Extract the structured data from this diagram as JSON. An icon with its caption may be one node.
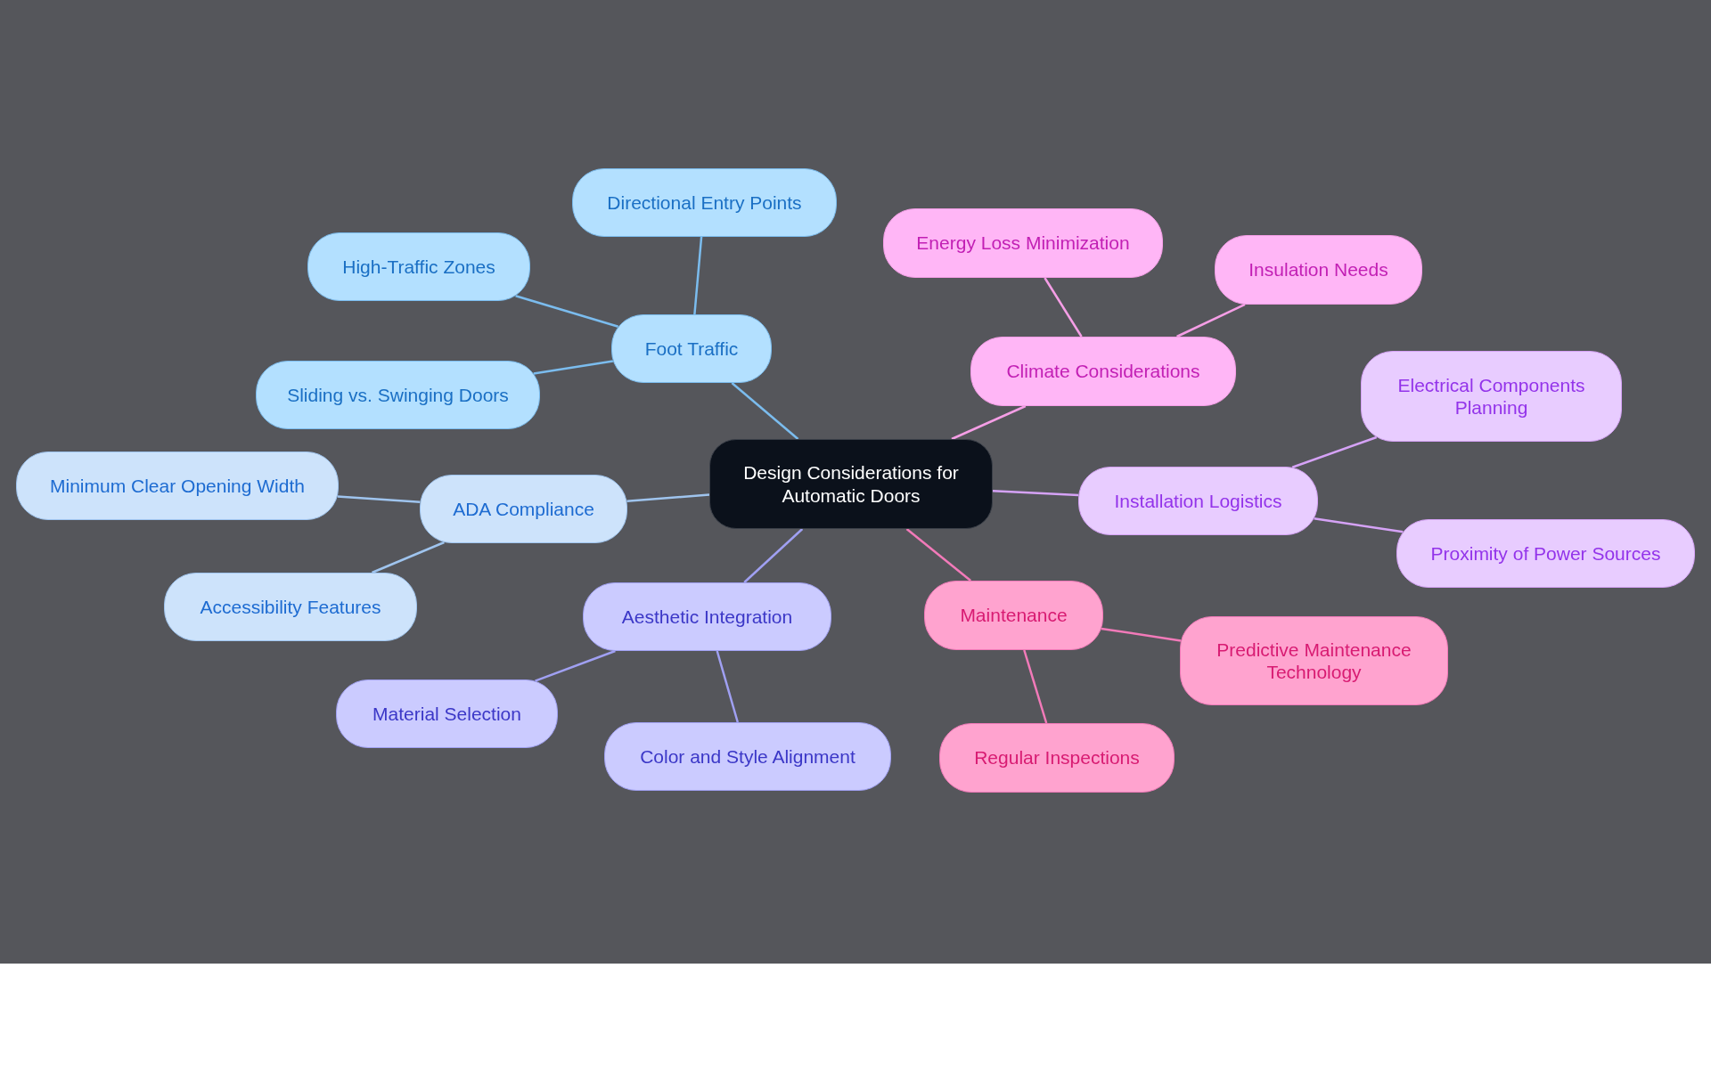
{
  "diagram": {
    "nodes": [
      {
        "text": [
          "Design Considerations for Automatic Doors"
        ]
      },
      {
        "text": [
          "Foot Traffic"
        ]
      },
      {
        "text": [
          "Directional Entry Points"
        ]
      },
      {
        "text": [
          "High-Traffic Zones"
        ]
      },
      {
        "text": [
          "Sliding vs. Swinging Doors"
        ]
      },
      {
        "text": [
          "ADA Compliance"
        ]
      },
      {
        "text": [
          "Minimum Clear Opening Width"
        ]
      },
      {
        "text": [
          "Accessibility Features"
        ]
      },
      {
        "text": [
          "Aesthetic Integration"
        ]
      },
      {
        "text": [
          "Material Selection"
        ]
      },
      {
        "text": [
          "Color and Style Alignment"
        ]
      },
      {
        "text": [
          "Maintenance"
        ]
      },
      {
        "text": [
          "Predictive Maintenance Technology"
        ]
      },
      {
        "text": [
          "Regular Inspections"
        ]
      },
      {
        "text": [
          "Installation Logistics"
        ]
      },
      {
        "text": [
          "Electrical Components Planning"
        ]
      },
      {
        "text": [
          "Proximity of Power Sources"
        ]
      },
      {
        "text": [
          "Climate Considerations"
        ]
      },
      {
        "text": [
          "Energy Loss Minimization"
        ]
      },
      {
        "text": [
          "Insulation Needs"
        ]
      }
    ],
    "edges": [
      {
        "from": 0,
        "to": 1,
        "arrow": "none"
      },
      {
        "from": 1,
        "to": 2,
        "arrow": "none"
      },
      {
        "from": 1,
        "to": 3,
        "arrow": "none"
      },
      {
        "from": 1,
        "to": 4,
        "arrow": "none"
      },
      {
        "from": 0,
        "to": 5,
        "arrow": "none",
        "color": "#9fc4ee"
      },
      {
        "from": 5,
        "to": 6,
        "arrow": "none",
        "color": "#9fc4ee"
      },
      {
        "from": 5,
        "to": 7,
        "arrow": "none",
        "color": "#9fc4ee"
      },
      {
        "from": 0,
        "to": 8,
        "arrow": "none",
        "color": "#a0a0f2"
      },
      {
        "from": 8,
        "to": 9,
        "arrow": "none",
        "color": "#a0a0f2"
      },
      {
        "from": 8,
        "to": 10,
        "arrow": "none",
        "color": "#a0a0f2"
      },
      {
        "from": 0,
        "to": 11,
        "arrow": "none",
        "color": "#f27ab9"
      },
      {
        "from": 11,
        "to": 12,
        "arrow": "none",
        "color": "#f27ab9"
      },
      {
        "from": 11,
        "to": 13,
        "arrow": "none",
        "color": "#f27ab9"
      },
      {
        "from": 0,
        "to": 14,
        "arrow": "none",
        "color": "#d5a2f6"
      },
      {
        "from": 14,
        "to": 15,
        "arrow": "none",
        "color": "#d5a2f6"
      },
      {
        "from": 14,
        "to": 16,
        "arrow": "none",
        "color": "#d5a2f6"
      },
      {
        "from": 0,
        "to": 17,
        "arrow": "none",
        "color": "#f59ee6"
      },
      {
        "from": 17,
        "to": 18,
        "arrow": "none",
        "color": "#f59ee6"
      },
      {
        "from": 17,
        "to": 19,
        "arrow": "none",
        "color": "#f59ee6"
      }
    ]
  }
}
